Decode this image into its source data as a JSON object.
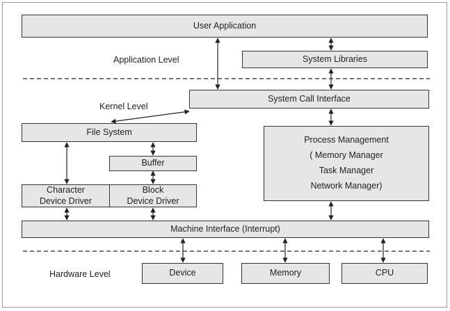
{
  "levels": {
    "application": "Application Level",
    "kernel": "Kernel Level",
    "hardware": "Hardware Level"
  },
  "boxes": {
    "user_application": "User Application",
    "system_libraries": "System Libraries",
    "system_call_interface": "System Call Interface",
    "file_system": "File System",
    "buffer": "Buffer",
    "character_device_driver": [
      "Character",
      "Device Driver"
    ],
    "block_device_driver": [
      "Block",
      "Device Driver"
    ],
    "process_management": [
      "Process Management",
      "( Memory Manager",
      "Task Manager",
      "Network Manager)"
    ],
    "machine_interface": "Machine Interface (Interrupt)",
    "device": "Device",
    "memory": "Memory",
    "cpu": "CPU"
  }
}
